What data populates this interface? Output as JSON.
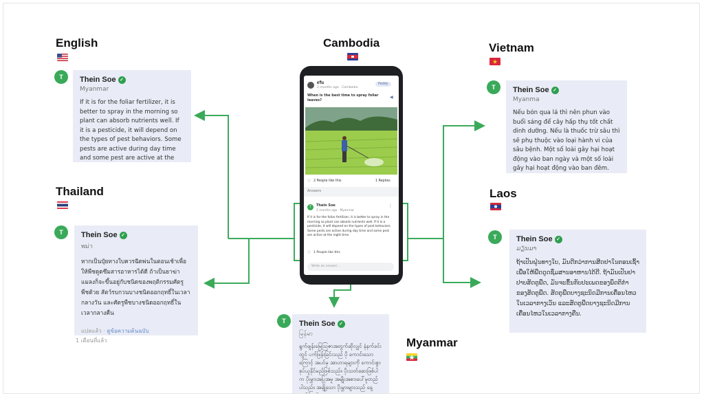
{
  "labels": {
    "english": "English",
    "cambodia": "Cambodia",
    "vietnam": "Vietnam",
    "thailand": "Thailand",
    "laos": "Laos",
    "myanmar": "Myanmar"
  },
  "user": {
    "initial": "T",
    "name": "Thein Soe"
  },
  "cards": {
    "english": {
      "location": "Myanmar",
      "body": "If it is for the foliar fertilizer, it is better to spray in the morning so plant can absorb nutrients well. If it is a pesticide,  it will depend on the types of pest behaviors. Some pests are active during day time and some pest are active at the night time."
    },
    "vietnam": {
      "location": "Myanma",
      "body": "Nếu bón qua lá thì nên phun vào buổi sáng để cây hấp thụ tốt chất dinh dưỡng. Nếu là thuốc trừ sâu thì sẽ phụ thuộc vào loại hành vi của sâu bệnh. Một số loài gây hại hoạt động vào ban ngày và một số loài gây hại hoạt động vào ban đêm."
    },
    "thailand": {
      "location": "พม่า",
      "body": "หากเป็นปุ๋ยทางใบควรฉีดพ่นในตอนเช้าเพื่อให้พืชดูดซึมสารอาหารได้ดี ถ้าเป็นยาฆ่าแมลงก็จะขึ้นอยู่กับชนิดของพฤติกรรมศัตรูพืชด้วย สัตว์รบกวนบางชนิดออกฤทธิ์ในเวลากลางวัน และศัตรูพืชบางชนิดออกฤทธิ์ในเวลากลางคืน",
      "translated": "แปลแล้ว",
      "see_original": "ดูข้อความต้นฉบับ",
      "time": "1 เดือนที่แล้ว"
    },
    "laos": {
      "location": "ມຽນມາ",
      "body": "ຖ້າເປັນຝຸ່ນທາງໃບ, ມັນດີກວ່າການສີດຢາໃນຕອນເຊົ້າເພື່ອໃຫ້ພືດດູດຊຶມສານອາຫານໄດ້ດີ. ຖ້າມັນເປັນຢາປາບສັດຕູພືດ, ມັນຈະຂຶ້ນກັບປະເພດຂອງພຶດຕິກຳຂອງສັດຕູພືດ. ສັດຕູພືດບາງຊະນິດມີການເຄື່ອນໄຫວໃນເວລາກາງເວັນ ແລະສັດຕູພືດບາງຊະນິດມີການເຄື່ອນໄຫວໃນເວລາກາງຄືນ."
    },
    "myanmar": {
      "location": "မြန်မာ",
      "body": "ရွက်ဖျန်းမြေဩဇာအတွက်ဆိုလျှင် နံနက်ခင်းတွင် ပက်ဖြန်းခြင်းသည် ပို ကောင်းသောကြောင့် အပင်မှ အာဟာရများကို ကောင်းစွာစုပ်ယူနိုင်မည်ဖြစ်သည်။ ပိုးသတ်ဆေးဖြစ်ပါက ပိုးမွှားအပြုအမူ အမျိုးအစားပေါ်မူတည်ပါသည်။ အချို့သော ပိုးမွှားများသည် နေ့အချိန်တွင်"
    }
  },
  "phone": {
    "poster": "ดรีม",
    "meta": "2 months ago · Cambodia",
    "tag": "Paddy",
    "question": "When is the best time to spray foliar leaves?",
    "likes": "2 People like this",
    "replies": "1 Replies",
    "answers_label": "Answers",
    "answer_meta": "2 months ago · Myanmar",
    "answer_body": "If it is for the foliar fertilizer, it is better to spray in the morning so plant can absorb nutrients well. If it is a pesticide, it will depend on the types of pest behaviors. Some pests are active during day time and some pest are active at the night time.",
    "answer_likes": "1 People like this",
    "write_placeholder": "Write an answer..."
  },
  "colors": {
    "accent_green": "#3aaa5a",
    "card_bg": "#e9ecf6",
    "link_blue": "#6a8dc9"
  }
}
